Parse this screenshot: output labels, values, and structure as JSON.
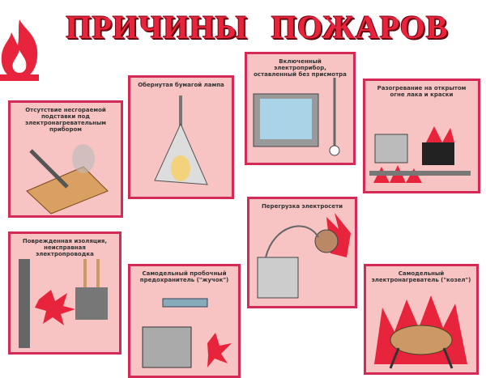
{
  "title": "ПРИЧИНЫ ПОЖАРОВ",
  "panels": [
    {
      "caption": "Отсутствие несгораемой подставки под электронагревательным прибором"
    },
    {
      "caption": "Обернутая бумагой лампа"
    },
    {
      "caption": "Включенный электроприбор, оставленный без присмотра"
    },
    {
      "caption": "Разогревание на открытом огне лака и краски"
    },
    {
      "caption": "Поврежденная изоляция, неисправная электропроводка"
    },
    {
      "caption": "Самодельный пробочный предохранитель (\"жучок\")"
    },
    {
      "caption": "Перегрузка электросети"
    },
    {
      "caption": "Самодельный электронагреватель (\"козел\")"
    }
  ],
  "colors": {
    "accent": "#d42a56",
    "panel_bg": "#f7c3c3",
    "fire": "#e8243c"
  }
}
